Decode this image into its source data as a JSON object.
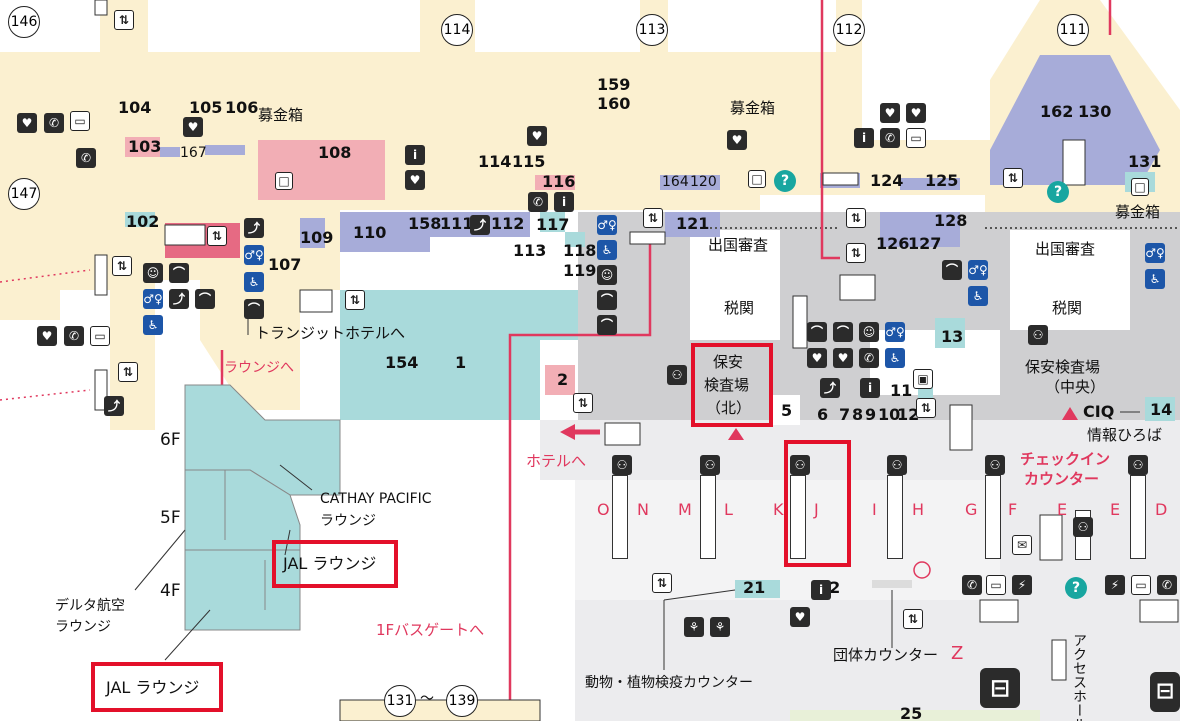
{
  "gates": {
    "g146": "146",
    "g147": "147",
    "g114": "114",
    "g113": "113",
    "g112": "112",
    "g111": "111",
    "g131": "131",
    "g139": "139"
  },
  "rooms": {
    "r103": "103",
    "r104": "104",
    "r105": "105",
    "r106": "106",
    "r167": "167",
    "r108": "108",
    "r102": "102",
    "r107": "107",
    "r109": "109",
    "r110": "110",
    "r158": "158",
    "r111": "111",
    "r112": "112",
    "r113": "113",
    "r114": "114",
    "r115": "115",
    "r116": "116",
    "r117": "117",
    "r118": "118",
    "r119": "119",
    "r159": "159",
    "r160": "160",
    "r121": "121",
    "r164": "164",
    "r120": "120",
    "r124": "124",
    "r125": "125",
    "r128": "128",
    "r126": "126",
    "r127": "127",
    "r162": "162",
    "r130": "130",
    "r131": "131",
    "r154": "154",
    "r1": "1",
    "r2": "2",
    "r5": "5",
    "r6": "6",
    "r7": "7",
    "r8": "8",
    "r9": "9",
    "r10": "10",
    "r11": "11",
    "r12": "12",
    "r13": "13",
    "r14": "14",
    "r21": "21",
    "r22": "22",
    "r25": "25"
  },
  "labels": {
    "donation_box": "募金箱",
    "departure_immigration": "出国審査",
    "customs": "税関",
    "security_north_line1": "保安",
    "security_north_line2": "検査場",
    "security_north_line3": "（北）",
    "security_central_line1": "保安検査場",
    "security_central_line2": "（中央）",
    "ciq": "CIQ",
    "info_plaza": "情報ひろば",
    "checkin_counter_line1": "チェックイン",
    "checkin_counter_line2": "カウンター",
    "transit_hotel": "トランジットホテルへ",
    "to_lounge": "ラウンジへ",
    "to_hotel": "ホテルへ",
    "bus_gate": "1Fバスゲートへ",
    "floor_6": "6F",
    "floor_5": "5F",
    "floor_4": "4F",
    "cathay_line1": "CATHAY PACIFIC",
    "cathay_line2": "ラウンジ",
    "jal_lounge": "JAL ラウンジ",
    "delta_line1": "デルタ航空",
    "delta_line2": "ラウンジ",
    "jal_lounge_bottom": "JAL ラウンジ",
    "animal_plant_quarantine": "動物・植物検疫カウンター",
    "group_counter": "団体カウンター",
    "group_counter_letter": "Z",
    "access_hall": "アクセスホール",
    "range_sep": "〜"
  },
  "counters": [
    "O",
    "N",
    "M",
    "L",
    "K",
    "J",
    "I",
    "H",
    "G",
    "F",
    "E",
    "E",
    "D"
  ],
  "colors": {
    "lounge_teal": "#a9dadb",
    "shop_blue": "#a7acd9",
    "restaurant_pink": "#f2aeb5",
    "corridor_cream": "#fbf0d0",
    "restricted_gray": "#cfcfd1",
    "checkin_gray": "#ececee",
    "route_pink": "#e0385e",
    "highlight_red": "#e3102a"
  }
}
